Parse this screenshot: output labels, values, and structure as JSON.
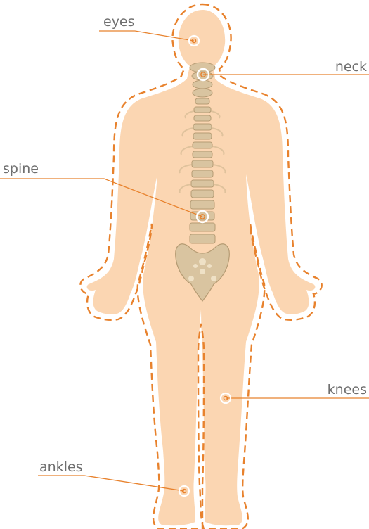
{
  "colors": {
    "skin": "#fbd6b2",
    "dash": "#e8822d",
    "leader": "#e8822d",
    "bone": "#d9c4a0",
    "bone_shade": "#b59b73",
    "label_text": "#6f6f6f",
    "marker_ring": "#ffffff"
  },
  "labels": {
    "eyes": "eyes",
    "neck": "neck",
    "spine": "spine",
    "knees": "knees",
    "ankles": "ankles"
  }
}
